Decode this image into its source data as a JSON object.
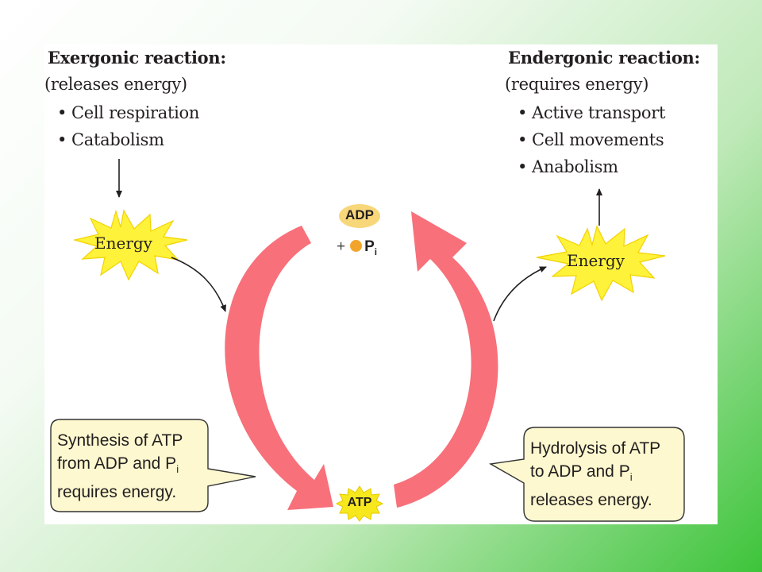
{
  "exergonic": {
    "heading": "Exergonic reaction:",
    "subheading": "(releases energy)",
    "bullets": [
      "Cell respiration",
      "Catabolism"
    ],
    "energy_label": "Energy"
  },
  "endergonic": {
    "heading": "Endergonic reaction:",
    "subheading": "(requires energy)",
    "bullets": [
      "Active transport",
      "Cell movements",
      "Anabolism"
    ],
    "energy_label": "Energy"
  },
  "cycle": {
    "adp_label": "ADP",
    "plus": "+",
    "pi_main": "P",
    "pi_sub": "i",
    "atp_label": "ATP"
  },
  "synthesis_note": {
    "line1": "Synthesis of ATP",
    "line2_main": "from ADP and P",
    "line2_sub": "i",
    "line3": "requires energy."
  },
  "hydrolysis_note": {
    "line1": "Hydrolysis of ATP",
    "line2_main": "to ADP and P",
    "line2_sub": "i",
    "line3": "releases energy."
  },
  "colors": {
    "cycle_arrow": "#f7707a",
    "starburst_fill": "#fff23a",
    "starburst_stroke": "#f2d200",
    "adp_pill": "#f7d77a",
    "atp_star": "#f7e81e",
    "phosphate": "#f2a52a",
    "callout_fill": "#fdf8cf",
    "callout_stroke": "#333333"
  }
}
